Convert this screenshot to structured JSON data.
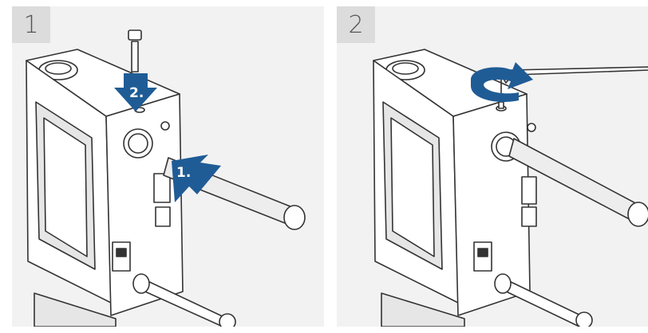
{
  "steps": [
    {
      "number": "1",
      "arrow_labels": [
        "2.",
        "1."
      ]
    },
    {
      "number": "2"
    }
  ],
  "colors": {
    "panel_background": "#f2f2f2",
    "badge_background": "#dcdcdc",
    "arrow_blue": "#1f5c96",
    "line": "#333333"
  },
  "icons": [
    "screw-icon",
    "insert-arrow-icon",
    "push-arrow-icon",
    "rotate-arrow-icon",
    "hex-key-icon"
  ]
}
